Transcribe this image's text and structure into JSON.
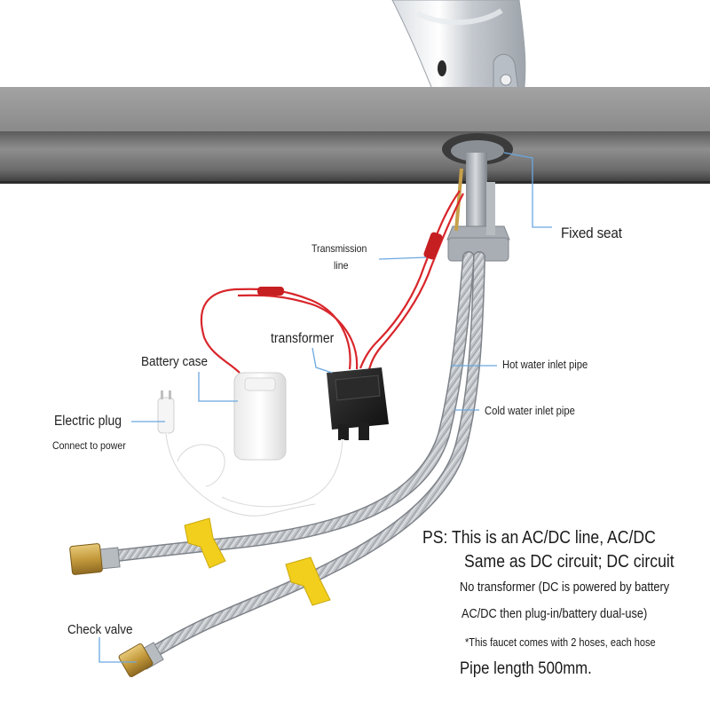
{
  "labels": {
    "fixed_seat": "Fixed seat",
    "transmission_line_1": "Transmission",
    "transmission_line_2": "line",
    "transformer": "transformer",
    "battery_case": "Battery case",
    "hot_water": "Hot water inlet pipe",
    "cold_water": "Cold water inlet pipe",
    "electric_plug": "Electric plug",
    "connect_power": "Connect to power",
    "check_valve": "Check valve"
  },
  "notes": {
    "line1": "PS: This is an AC/DC line, AC/DC",
    "line2": "Same as DC circuit; DC circuit",
    "line3": "No transformer (DC is powered by battery",
    "line4": "AC/DC then plug-in/battery dual-use)",
    "line5": "*This faucet comes with 2 hoses, each hose",
    "line6": "Pipe length 500mm."
  },
  "colors": {
    "leader_line": "#6aa8e0",
    "wire_red": "#d8262b",
    "hose_steel": "#b9bcc0",
    "clip_yellow": "#f2cf1c",
    "brass": "#c9a34a",
    "counter_top": "#8d8d8d",
    "transformer_box": "#1e1e1e"
  }
}
